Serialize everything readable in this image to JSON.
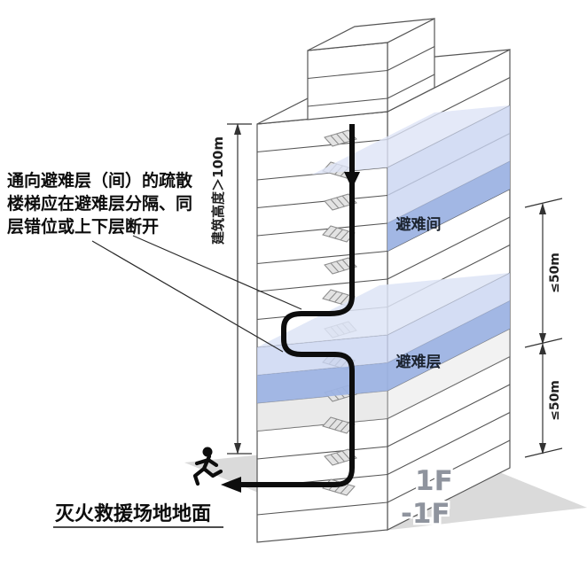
{
  "diagram": {
    "annotation_lines": [
      "通向避难层（间）的疏散",
      "楼梯应在避难层分隔、同",
      "层错位或上下层断开"
    ],
    "labels": {
      "building_height": "建筑高度＞100m",
      "refuge_room": "避难间",
      "refuge_floor": "避难层",
      "dim_upper": "≤50m",
      "dim_lower": "≤50m",
      "floor_1f": "1F",
      "floor_b1": "-1F",
      "rescue_ground": "灭火救援场地地面"
    },
    "icons": {
      "runner": "running-person",
      "mid_arrow": "arrow-down",
      "exit_arrow": "arrow-left"
    },
    "colors": {
      "refuge_band": "#9db3e3",
      "light_band": "#c9d5f1",
      "slab_plane": "#dde4f6",
      "ground_plane": "#d8d8d8",
      "escape_path": "#0d0d0d",
      "floor_label_grey": "#8f949e",
      "edge": "#565656"
    }
  }
}
